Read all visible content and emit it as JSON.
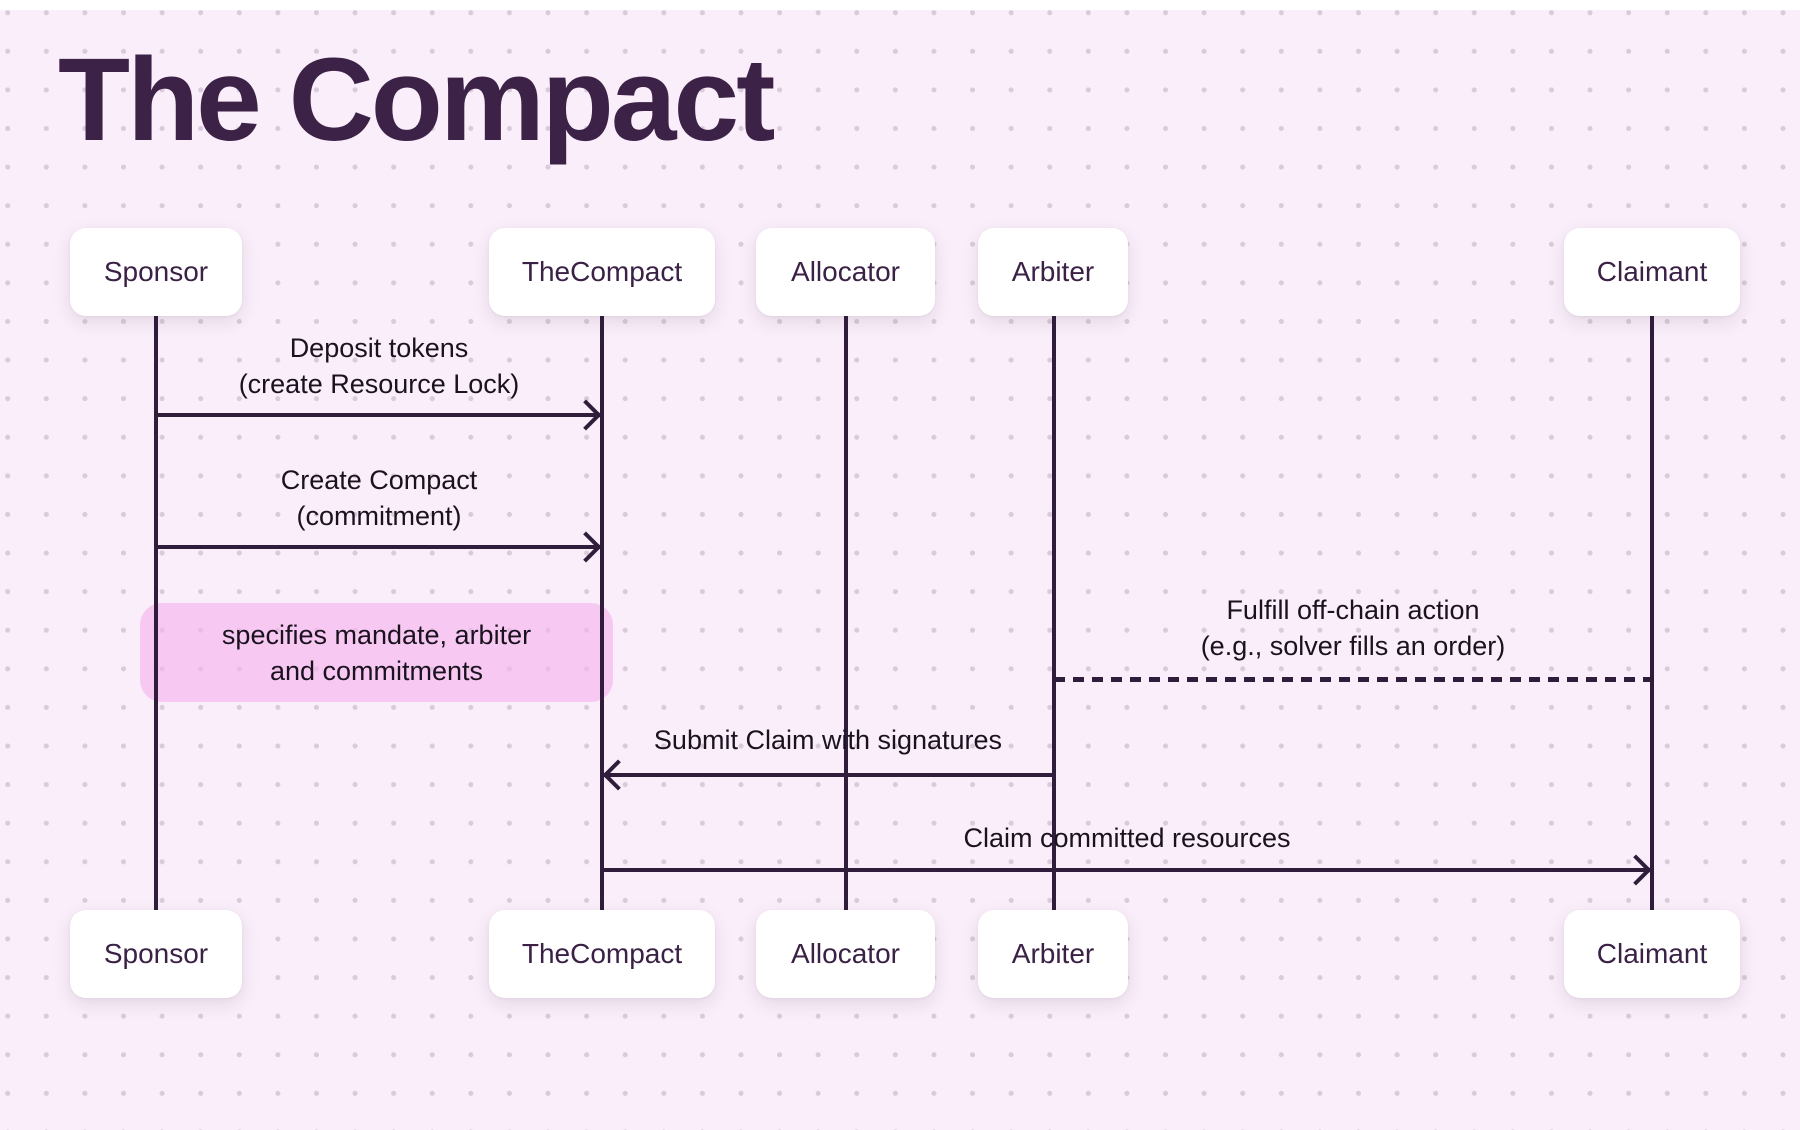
{
  "diagram_type": "sequence-diagram",
  "title": "The Compact",
  "actors": [
    {
      "id": "sponsor",
      "label": "Sponsor"
    },
    {
      "id": "thecompact",
      "label": "TheCompact"
    },
    {
      "id": "allocator",
      "label": "Allocator"
    },
    {
      "id": "arbiter",
      "label": "Arbiter"
    },
    {
      "id": "claimant",
      "label": "Claimant"
    }
  ],
  "messages": [
    {
      "from": "Sponsor",
      "to": "TheCompact",
      "style": "solid-arrow",
      "line1": "Deposit tokens",
      "line2": "(create Resource Lock)"
    },
    {
      "from": "Sponsor",
      "to": "TheCompact",
      "style": "solid-arrow",
      "line1": "Create Compact",
      "line2": "(commitment)"
    },
    {
      "from": "Arbiter",
      "to": "Claimant",
      "style": "dashed-line",
      "line1": "Fulfill off-chain action",
      "line2": "(e.g., solver fills an order)"
    },
    {
      "from": "Arbiter",
      "to": "TheCompact",
      "style": "solid-arrow",
      "line1": "Submit Claim with signatures"
    },
    {
      "from": "TheCompact",
      "to": "Claimant",
      "style": "solid-arrow",
      "line1": "Claim committed resources"
    }
  ],
  "note": {
    "attached_to": "Sponsor-TheCompact",
    "line1": "specifies mandate, arbiter",
    "line2": "and commitments"
  },
  "colors": {
    "background": "#f9eef9",
    "grid_dots": "#d9cbd9",
    "lines": "#301d3c",
    "heading_text": "#3d2248",
    "actor_label_text": "#3a2145",
    "message_text": "#1b1220",
    "note_fill": "#f8c6ef",
    "actor_box_fill": "#ffffff",
    "top_strip": "#ffffff"
  }
}
